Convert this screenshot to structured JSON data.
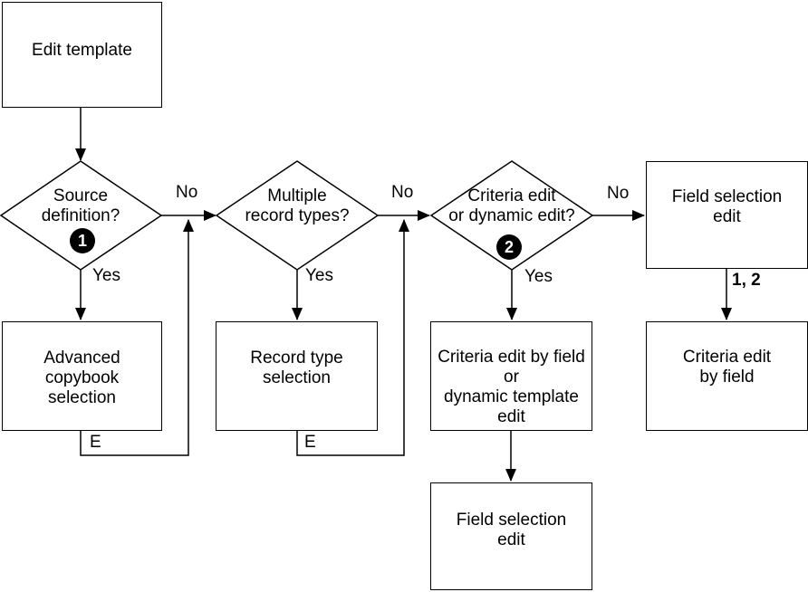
{
  "diagram": {
    "type": "flowchart",
    "colors": {
      "line": "#000000",
      "node_fill": "#ffffff",
      "background": "#ffffff",
      "badge_background": "#000000",
      "badge_text": "#ffffff"
    },
    "nodes": {
      "edit_template": {
        "shape": "rect",
        "lines": [
          "Edit template"
        ]
      },
      "source_definition": {
        "shape": "diamond",
        "lines": [
          "Source",
          "definition?"
        ],
        "badge": "1"
      },
      "multiple_record_types": {
        "shape": "diamond",
        "lines": [
          "Multiple",
          "record types?"
        ]
      },
      "criteria_or_dynamic_edit": {
        "shape": "diamond",
        "lines": [
          "Criteria edit",
          "or dynamic edit?"
        ],
        "badge": "2"
      },
      "field_selection_edit_top": {
        "shape": "rect",
        "lines": [
          "Field selection",
          "edit"
        ]
      },
      "advanced_copybook_selection": {
        "shape": "rect",
        "lines": [
          "Advanced",
          "copybook",
          "selection"
        ]
      },
      "record_type_selection": {
        "shape": "rect",
        "lines": [
          "Record type",
          "selection"
        ]
      },
      "criteria_edit_by_field_or_dynamic_template_edit": {
        "shape": "rect",
        "lines": [
          "Criteria edit by field",
          "or",
          "dynamic template",
          "edit"
        ]
      },
      "criteria_edit_by_field": {
        "shape": "rect",
        "lines": [
          "Criteria edit",
          "by field"
        ]
      },
      "field_selection_edit_bottom": {
        "shape": "rect",
        "lines": [
          "Field selection",
          "edit"
        ]
      }
    },
    "labels": {
      "no_1": "No",
      "no_2": "No",
      "no_3": "No",
      "yes_1": "Yes",
      "yes_2": "Yes",
      "yes_3": "Yes",
      "exit_1": "E",
      "exit_2": "E",
      "one_two": "1, 2"
    }
  }
}
